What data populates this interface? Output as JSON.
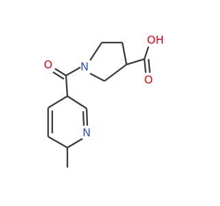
{
  "molecule": {
    "atoms": {
      "ring_n": "N",
      "pyridine_n": "N",
      "carbonyl_o": "O",
      "acid_oh": "OH",
      "acid_o": "O"
    }
  },
  "colors": {
    "bond": "#3b3b3b",
    "nitrogen": "#3050d8",
    "oxygen": "#e8000b"
  }
}
